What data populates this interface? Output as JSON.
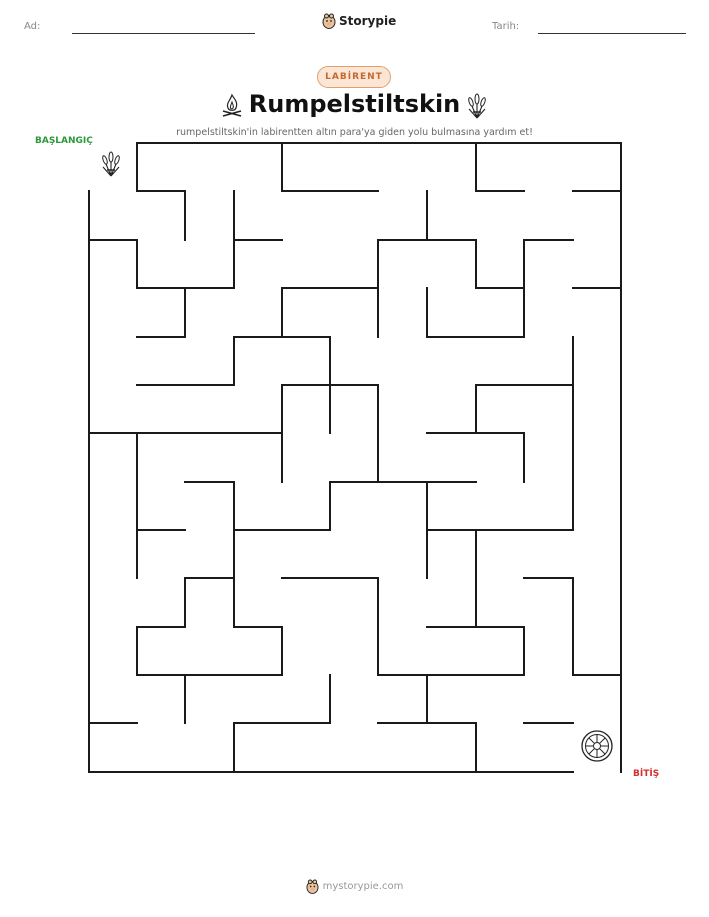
{
  "header": {
    "name_label": "Ad:",
    "date_label": "Tarih:",
    "brand": "Storypie",
    "brand_icon": "storypie-mascot-icon"
  },
  "badge": "LABİRENT",
  "title": "Rumpelstiltskin",
  "title_icons": [
    "campfire-icon",
    "wheat-sheaf-icon"
  ],
  "subtitle": "rumpelstiltskin'in labirentten altın para'ya giden yolu bulmasına yardım et!",
  "maze": {
    "start_label": "BAŞLANGIÇ",
    "end_label": "BİTİŞ",
    "start_icon": "wheat-sheaf-icon",
    "end_icon": "gold-coin-icon",
    "colors": {
      "walls": "#1a1a1a",
      "start": "#2a9a3a",
      "end": "#d32f2f"
    }
  },
  "footer": {
    "site": "mystorypie.com"
  }
}
